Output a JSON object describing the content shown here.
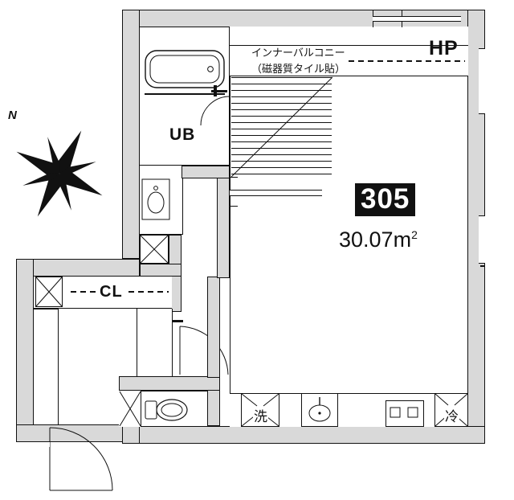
{
  "plan": {
    "room_number": "305",
    "area": "30.07m",
    "area_unit": "2",
    "compass_label": "N",
    "labels": {
      "balcony_line1": "インナーバルコニー",
      "balcony_line2": "（磁器質タイル貼）",
      "hp": "HP",
      "unit_bath": "UB",
      "closet": "CL",
      "washer": "洗",
      "fridge": "冷"
    },
    "icons": {
      "compass": "compass-rose-icon",
      "bathtub": "bathtub-icon",
      "sink": "sink-icon",
      "toilet": "toilet-icon",
      "stove": "stove-icon",
      "kitchen_sink": "kitchen-sink-icon",
      "washer_slot": "washing-machine-slot-icon",
      "fridge_slot": "refrigerator-slot-icon",
      "door_swing": "door-swing-icon",
      "window": "window-icon"
    },
    "colors": {
      "wall": "#d9d9d9",
      "ink": "#111111",
      "paper": "#ffffff",
      "badge_bg": "#111111",
      "badge_text": "#ffffff"
    }
  }
}
